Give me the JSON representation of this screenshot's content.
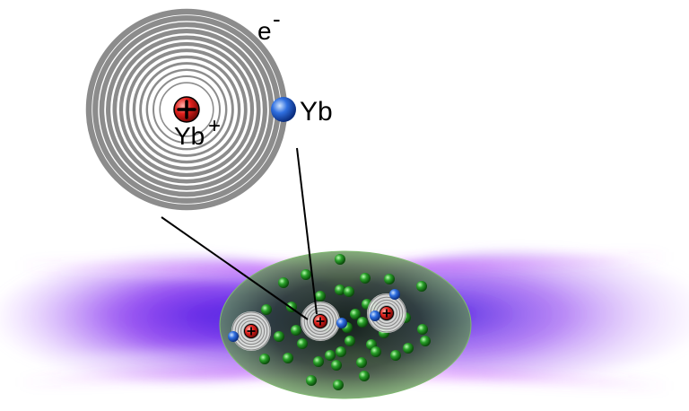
{
  "labels": {
    "electron": "e",
    "electron_charge": "-",
    "neutral_atom": "Yb",
    "ion": "Yb",
    "ion_charge": "+"
  },
  "colors": {
    "ring_dark": "#8c8c8c",
    "ring_light": "#ffffff",
    "ion_red": "#e0201c",
    "atom_blue": "#2f6fe0",
    "cloud_green": "#6fa860",
    "particle_green": "#2aa02a",
    "beam_violet": "#8a2be2",
    "beam_magenta": "#d050ff"
  },
  "counts": {
    "trapped_ions": 3,
    "cloud_atoms_visible": 40
  }
}
